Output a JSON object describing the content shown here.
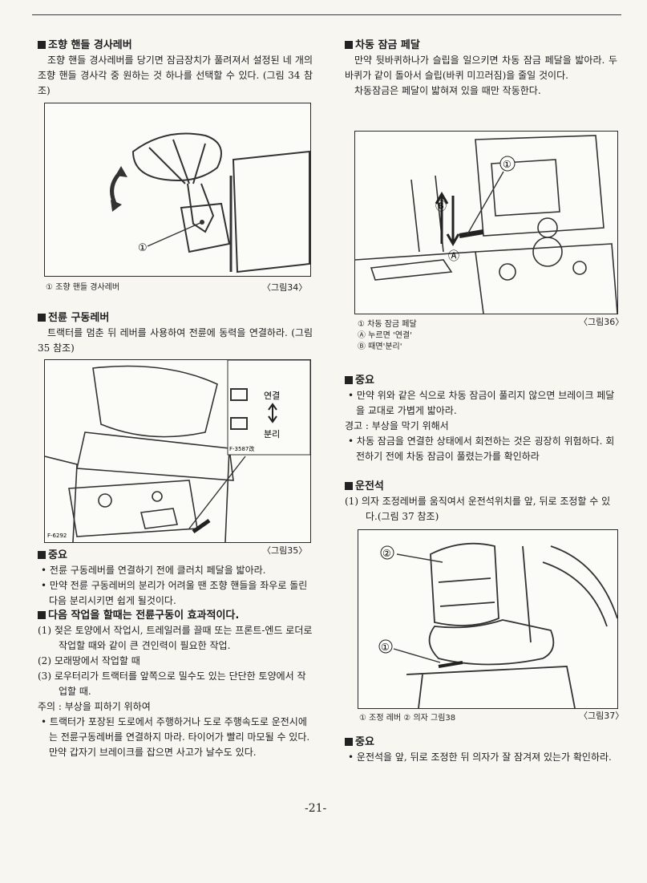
{
  "left": {
    "s1_head": "조향 핸들 경사레버",
    "s1_body": "조향 핸들 경사레버를 당기면 잠금장치가 풀려져서 설정된 네 개의 조향 핸들 경사각 중 원하는 것 하나를 선택할 수 있다. (그림 34 참조)",
    "fig34_caption": "① 조향 핸들 경사레버",
    "fig34_no": "〈그림34〉",
    "fig34_callout": "①",
    "s2_head": "전륜 구동레버",
    "s2_body": "트랙터를 멈춘 뒤 레버를 사용하여 전륜에 동력을 연결하라. (그림 35 참조)",
    "fig35_inset_connect": "연결",
    "fig35_inset_disconnect": "분리",
    "fig35_inset_code": "F-3587改",
    "fig35_code": "F-6292",
    "fig35_no": "〈그림35〉",
    "imp_head": "중요",
    "imp_bullets": [
      "전륜 구동레버를 연결하기 전에 클러치 페달을 밟아라.",
      "만약 전륜 구동레버의 분리가 어려울 땐 조향 핸들을 좌우로 돌린다음 분리시키면 쉽게 될것이다."
    ],
    "s3_head": "다음 작업을 할때는 전륜구동이 효과적이다.",
    "s3_items": [
      "(1) 젖은 토양에서 작업시, 트레일러를 끌때 또는 프론트-엔드 로더로 작업할 때와 같이 큰 견인력이 필요한 작업.",
      "(2) 모래땅에서 작업할 때",
      "(3) 로우터리가 트랙터를 앞쪽으로 밀수도 있는 단단한 토양에서 작업할 때."
    ],
    "caution_head": "주의 : 부상을 피하기 위하여",
    "caution_bullet": "트랙터가 포장된 도로에서 주행하거나 도로 주행속도로 운전시에는 전륜구동레버를 연결하지 마라. 타이어가 빨리 마모될 수 있다. 만약 갑자기 브레이크를 잡으면 사고가 날수도 있다."
  },
  "right": {
    "s1_head": "차동 잠금 페달",
    "s1_body": "만약 뒷바퀴하나가 슬립을 일으키면 차동 잠금 페달을 밟아라. 두 바퀴가 같이 돌아서 슬립(바퀴 미끄러짐)을 줄일 것이다.",
    "s1_body2": "차동잠금은 페달이 밟혀져 있을 때만 작동한다.",
    "fig36_captions": [
      "① 차동 잠금 페달",
      "Ⓐ 누르면 '연결'",
      "Ⓑ 때면'분리'"
    ],
    "fig36_no": "〈그림36〉",
    "fig36_callouts": [
      "①",
      "Ⓑ",
      "Ⓐ"
    ],
    "imp_head": "중요",
    "imp_bullet": "만약 위와 같은 식으로 차동 잠금이 풀리지 않으면 브레이크 페달을 교대로 가볍게 밟아라.",
    "warn_head": "경고 : 부상을 막기 위해서",
    "warn_bullet": "차동 잠금을 연결한 상태에서 회전하는 것은 굉장히 위험하다. 회전하기 전에 차동 잠금이 풀렸는가를 확인하라",
    "s2_head": "운전석",
    "s2_item": "(1) 의자 조정레버를 움직여서 운전석위치를 앞, 뒤로 조정할 수 있다.(그림 37 참조)",
    "fig37_caption": "① 조정 레버 ② 의자 그림38",
    "fig37_no": "〈그림37〉",
    "fig37_callouts": [
      "②",
      "①"
    ],
    "imp2_head": "중요",
    "imp2_bullet": "운전석을 앞, 뒤로 조정한 뒤 의자가 잘 잠겨져 있는가 확인하라."
  },
  "page_number": "-21-"
}
